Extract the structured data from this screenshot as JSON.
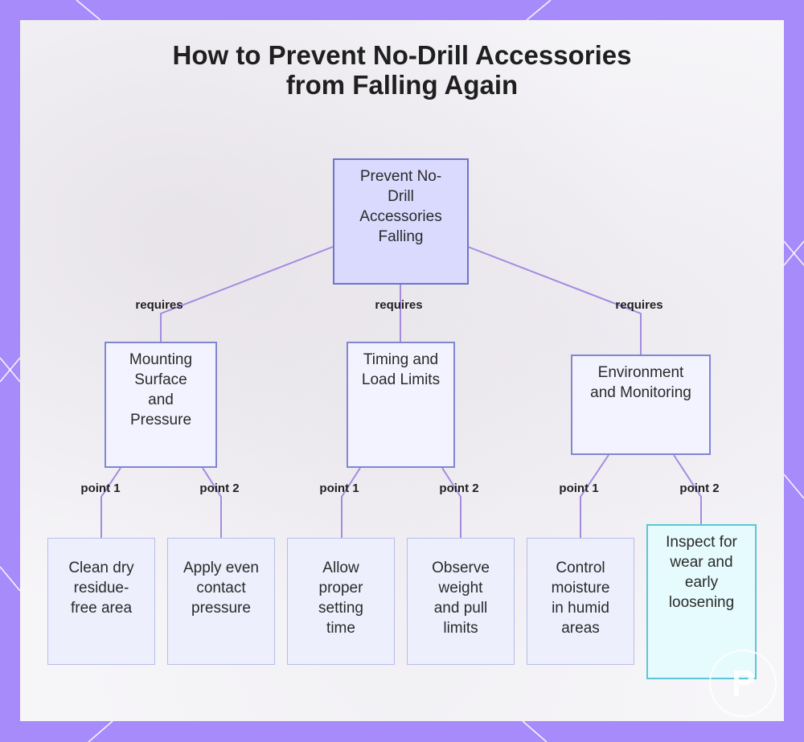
{
  "title_lines": [
    "How to Prevent No-Drill Accessories",
    "from Falling Again"
  ],
  "nodes": {
    "root": "Prevent No-Drill Accessories Falling",
    "surface": "Mounting Surface and Pressure",
    "timing": "Timing and Load Limits",
    "environment": "Environment and Monitoring",
    "clean": "Clean dry residue-free area",
    "apply": "Apply even contact pressure",
    "allow": "Allow proper setting time",
    "observe": "Observe weight and pull limits",
    "control": "Control moisture in humid areas",
    "inspect": "Inspect for wear and early loosening"
  },
  "edges": {
    "requires": "requires",
    "point1": "point 1",
    "point2": "point 2"
  },
  "colors": {
    "frame": "#a78bfa",
    "edge": "#a48be0",
    "root_fill": "#d9dafe",
    "root_border": "#6d74c9",
    "highlight_border": "#5cc6d6"
  },
  "logo": {
    "icon": "brand-logo-icon"
  }
}
